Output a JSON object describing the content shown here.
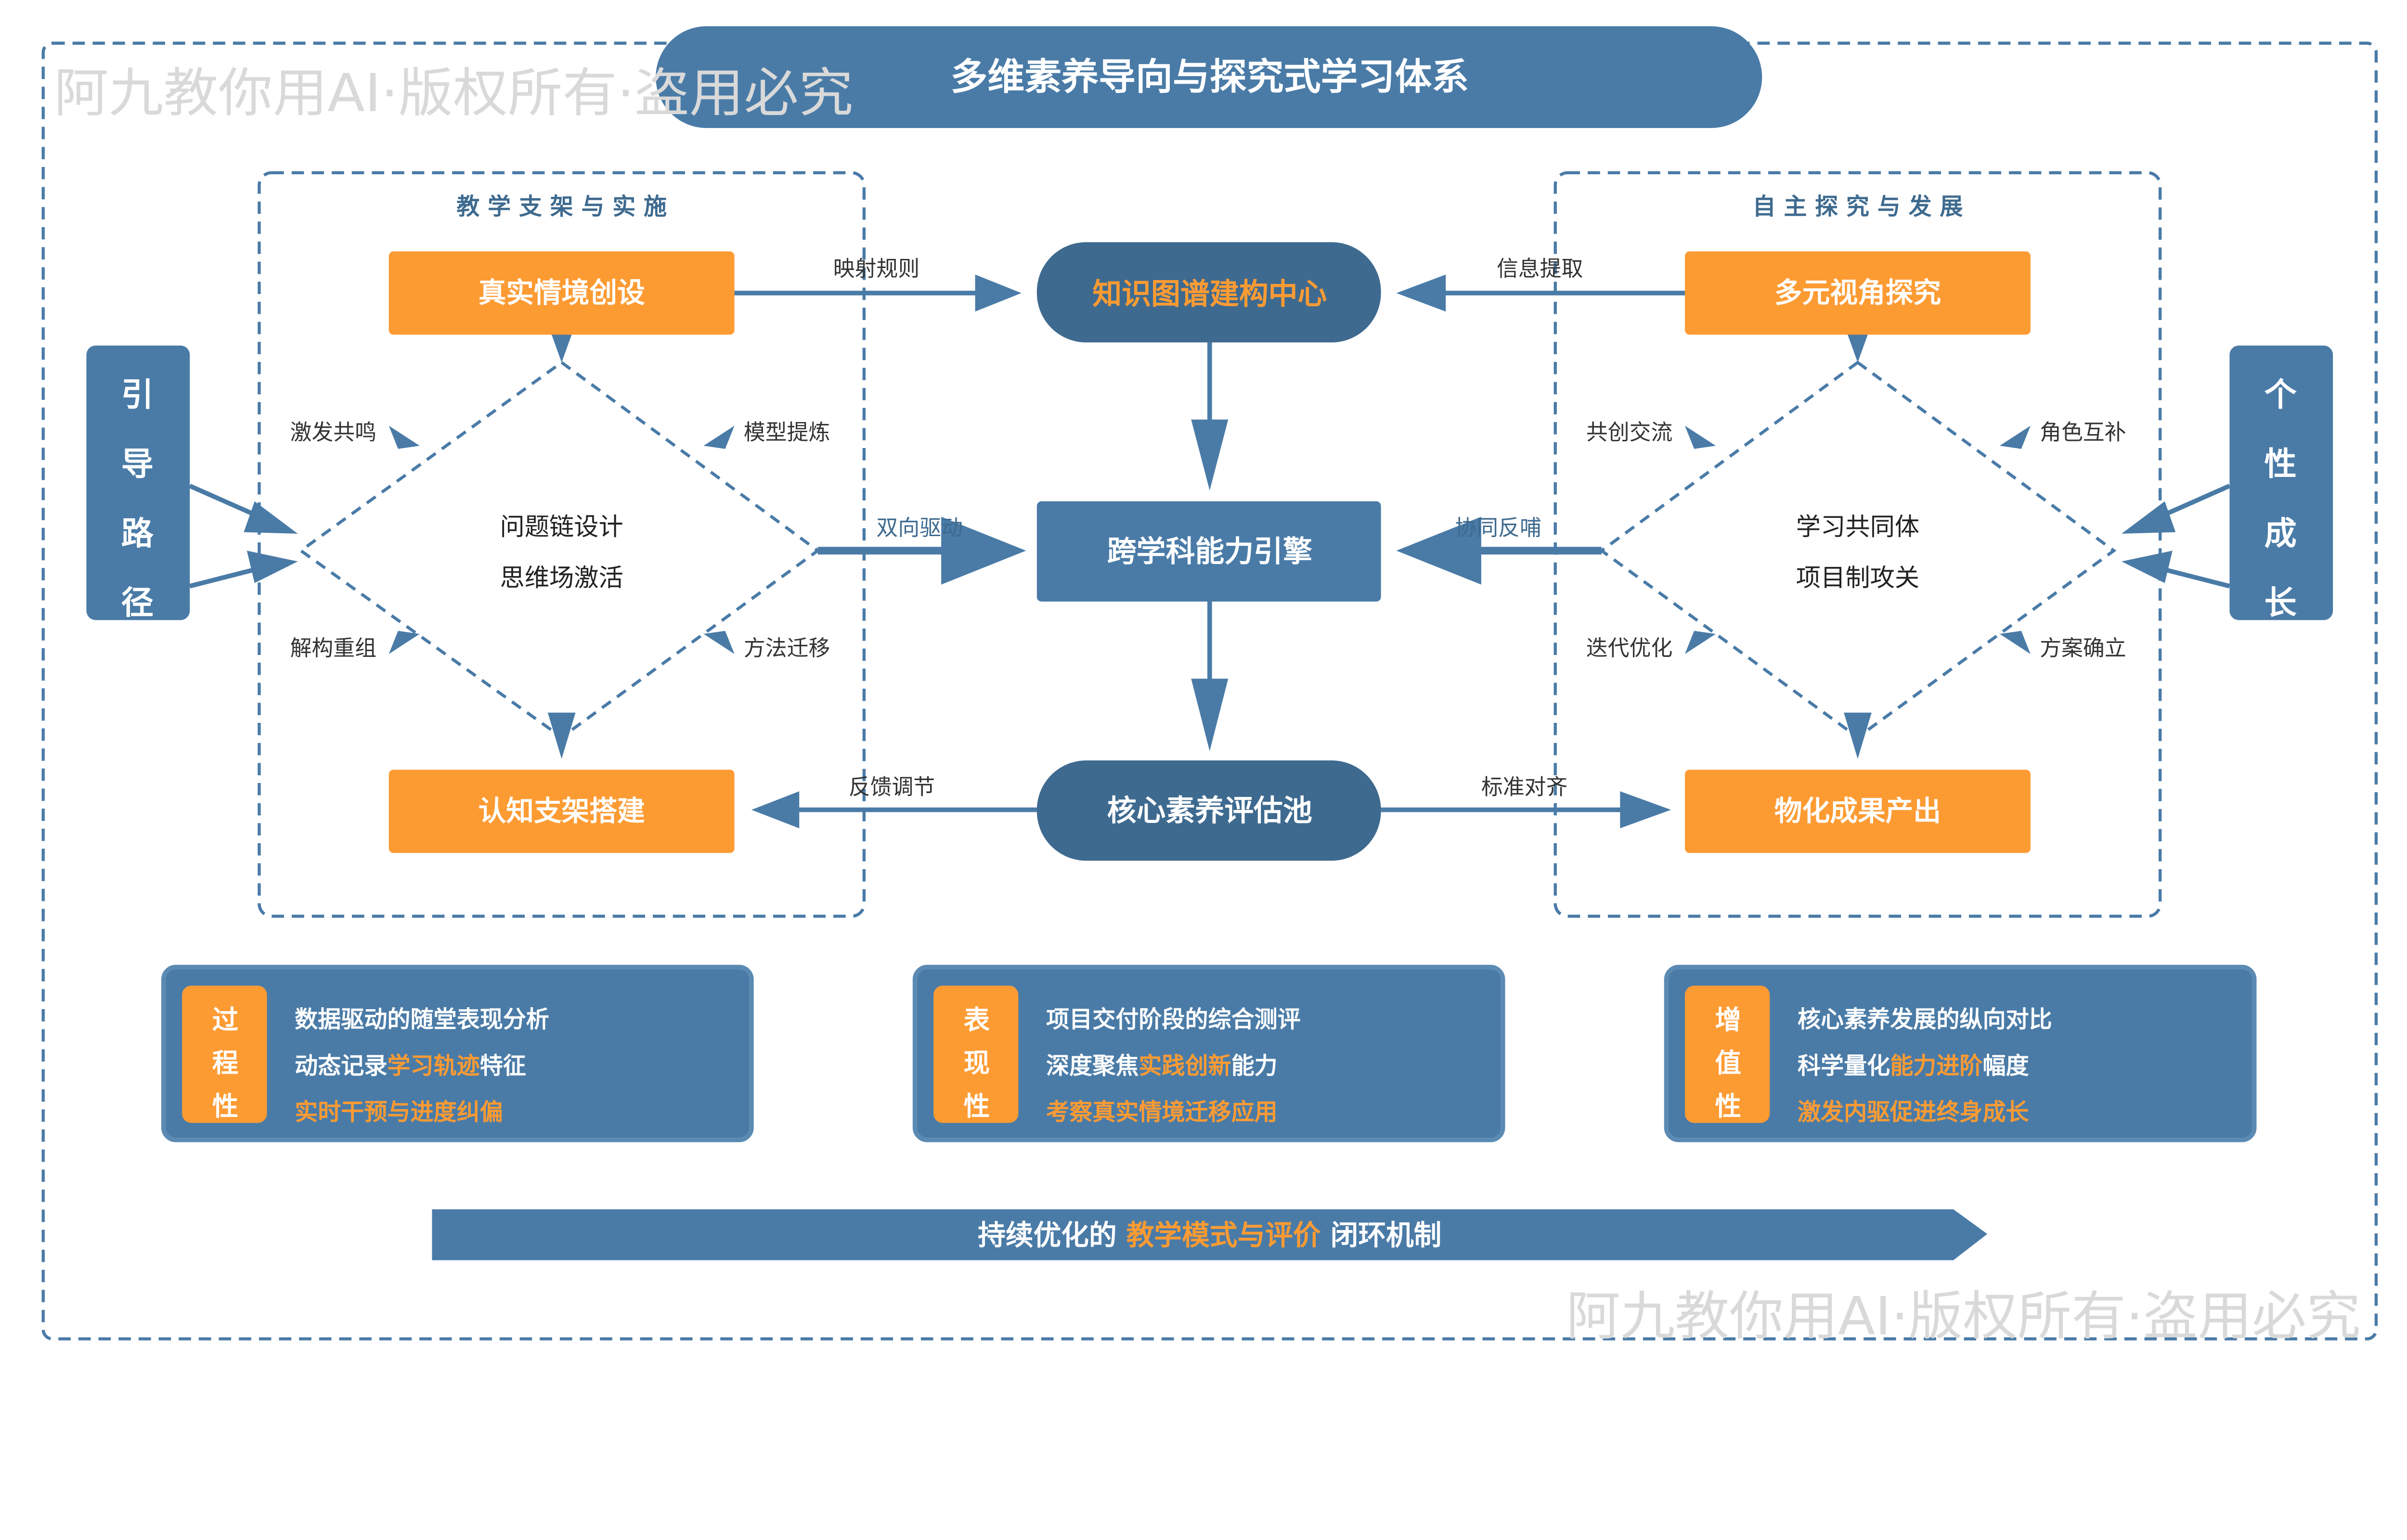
{
  "title": "多维素养导向与探究式学习体系",
  "watermark": "阿九教你用AI·版权所有·盗用必究",
  "colors": {
    "blue": "#4a7ba7",
    "dark_blue": "#3e6a8f",
    "orange": "#fd9b33",
    "text": "#333333"
  },
  "left_panel": {
    "title": "教 学 支 架 与 实 施",
    "top_box": "真实情境创设",
    "bottom_box": "认知支架搭建",
    "center": [
      "问题链设计",
      "思维场激活"
    ],
    "edges": [
      "激发共鸣",
      "模型提炼",
      "解构重组",
      "方法迁移"
    ]
  },
  "right_panel": {
    "title": "自 主 探 究 与 发 展",
    "top_box": "多元视角探究",
    "bottom_box": "物化成果产出",
    "center": [
      "学习共同体",
      "项目制攻关"
    ],
    "edges": [
      "共创交流",
      "角色互补",
      "迭代优化",
      "方案确立"
    ]
  },
  "center_nodes": {
    "top": "知识图谱建构中心",
    "middle": "跨学科能力引擎",
    "bottom": "核心素养评估池"
  },
  "arrow_labels": {
    "map": "映射规则",
    "extract": "信息提取",
    "drive": "双向驱动",
    "feed": "协同反哺",
    "adjust": "反馈调节",
    "align": "标准对齐"
  },
  "side_left": [
    "引",
    "导",
    "路",
    "径"
  ],
  "side_right": [
    "个",
    "性",
    "成",
    "长"
  ],
  "cards": [
    {
      "badge": [
        "过",
        "程",
        "性"
      ],
      "lines": [
        [
          {
            "t": "数据驱动的随堂表现分析",
            "o": false
          }
        ],
        [
          {
            "t": "动态记录",
            "o": false
          },
          {
            "t": "学习轨迹",
            "o": true
          },
          {
            "t": "特征",
            "o": false
          }
        ],
        [
          {
            "t": "实时干预与进度纠偏",
            "o": true
          }
        ]
      ]
    },
    {
      "badge": [
        "表",
        "现",
        "性"
      ],
      "lines": [
        [
          {
            "t": "项目交付阶段的综合测评",
            "o": false
          }
        ],
        [
          {
            "t": "深度聚焦",
            "o": false
          },
          {
            "t": "实践创新",
            "o": true
          },
          {
            "t": "能力",
            "o": false
          }
        ],
        [
          {
            "t": "考察真实情境迁移应用",
            "o": true
          }
        ]
      ]
    },
    {
      "badge": [
        "增",
        "值",
        "性"
      ],
      "lines": [
        [
          {
            "t": "核心素养发展的纵向对比",
            "o": false
          }
        ],
        [
          {
            "t": "科学量化",
            "o": false
          },
          {
            "t": "能力进阶",
            "o": true
          },
          {
            "t": "幅度",
            "o": false
          }
        ],
        [
          {
            "t": "激发内驱促进终身成长",
            "o": true
          }
        ]
      ]
    }
  ],
  "banner": {
    "pre": "持续优化的 ",
    "highlight": "教学模式与评价",
    "post": " 闭环机制"
  }
}
